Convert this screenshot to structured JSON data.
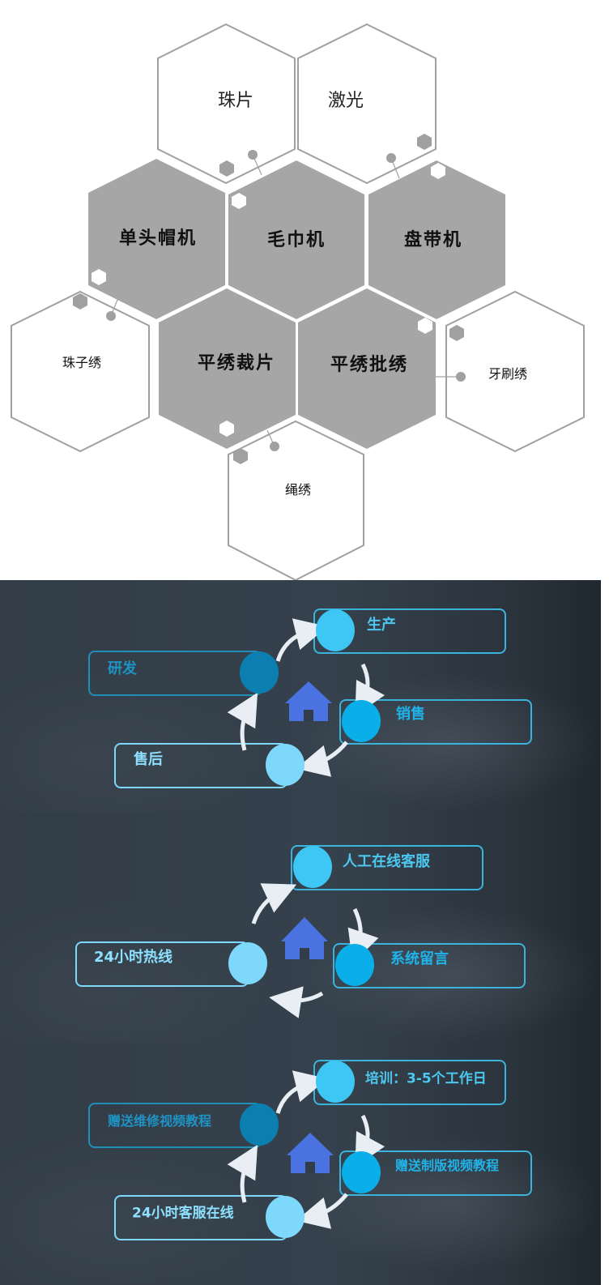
{
  "hexagon_diagram": {
    "center_machines": [
      {
        "label": "单头帽机",
        "style": "filled"
      },
      {
        "label": "毛巾机",
        "style": "filled"
      },
      {
        "label": "盘带机",
        "style": "filled"
      },
      {
        "label": "平绣裁片",
        "style": "filled"
      },
      {
        "label": "平绣批绣",
        "style": "filled"
      }
    ],
    "outer_types": [
      {
        "label": "珠片",
        "style": "outline"
      },
      {
        "label": "激光",
        "style": "outline"
      },
      {
        "label": "珠子绣",
        "style": "outline"
      },
      {
        "label": "牙刷绣",
        "style": "outline"
      },
      {
        "label": "绳绣",
        "style": "outline"
      }
    ],
    "colors": {
      "filled": "#a6a6a6",
      "outline": "#a0a0a0",
      "text": "#111111"
    }
  },
  "panels": [
    {
      "name": "business-cycle",
      "center_icon": "home-icon",
      "items": [
        {
          "label": "生产",
          "position": "top-right"
        },
        {
          "label": "研发",
          "position": "left"
        },
        {
          "label": "销售",
          "position": "right"
        },
        {
          "label": "售后",
          "position": "bottom-left"
        }
      ]
    },
    {
      "name": "service-channels",
      "center_icon": "home-icon",
      "items": [
        {
          "label": "人工在线客服",
          "position": "top-right"
        },
        {
          "label": "24小时热线",
          "position": "left"
        },
        {
          "label": "系统留言",
          "position": "right"
        }
      ]
    },
    {
      "name": "training-support",
      "center_icon": "home-icon",
      "items": [
        {
          "label": "培训：3-5个工作日",
          "position": "top-right"
        },
        {
          "label": "赠送维修视频教程",
          "position": "left"
        },
        {
          "label": "赠送制版视频教程",
          "position": "right"
        },
        {
          "label": "24小时客服在线",
          "position": "bottom-left"
        }
      ]
    }
  ],
  "colors": {
    "circle_dark": "#0a7fb0",
    "circle_mid": "#0aaee8",
    "circle_light": "#3ec6f5",
    "circle_pale": "#7dd8fb",
    "box_border": "#3ab4dc",
    "house": "#4a72e0",
    "arrow": "#e8eef4"
  }
}
